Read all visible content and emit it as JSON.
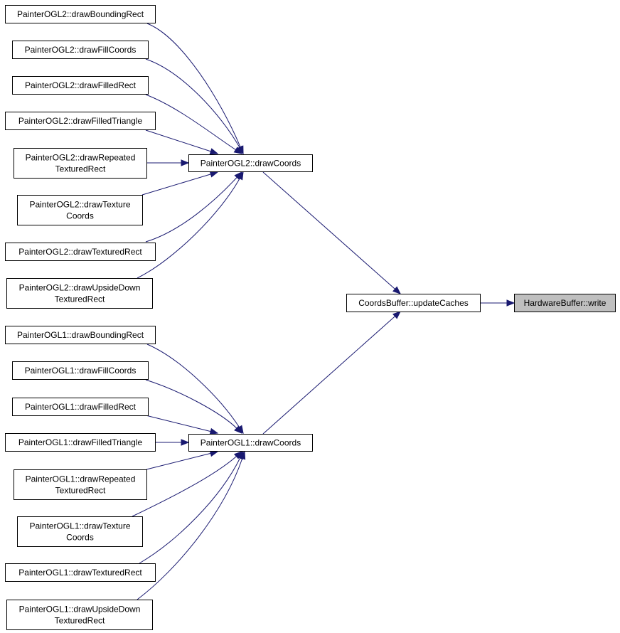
{
  "graph": {
    "edge_color": "#191970",
    "focus_fill": "#bfbfbf",
    "nodes": {
      "ogl2_bounding": [
        "PainterOGL2::drawBoundingRect"
      ],
      "ogl2_fillcoords": [
        "PainterOGL2::drawFillCoords"
      ],
      "ogl2_filledrect": [
        "PainterOGL2::drawFilledRect"
      ],
      "ogl2_filledtri": [
        "PainterOGL2::drawFilledTriangle"
      ],
      "ogl2_repeated": [
        "PainterOGL2::drawRepeated",
        "TexturedRect"
      ],
      "ogl2_texcoords": [
        "PainterOGL2::drawTexture",
        "Coords"
      ],
      "ogl2_texrect": [
        "PainterOGL2::drawTexturedRect"
      ],
      "ogl2_upside": [
        "PainterOGL2::drawUpsideDown",
        "TexturedRect"
      ],
      "ogl2_drawcoords": [
        "PainterOGL2::drawCoords"
      ],
      "coords_update": [
        "CoordsBuffer::updateCaches"
      ],
      "hw_write": [
        "HardwareBuffer::write"
      ],
      "ogl1_bounding": [
        "PainterOGL1::drawBoundingRect"
      ],
      "ogl1_fillcoords": [
        "PainterOGL1::drawFillCoords"
      ],
      "ogl1_filledrect": [
        "PainterOGL1::drawFilledRect"
      ],
      "ogl1_filledtri": [
        "PainterOGL1::drawFilledTriangle"
      ],
      "ogl1_repeated": [
        "PainterOGL1::drawRepeated",
        "TexturedRect"
      ],
      "ogl1_texcoords": [
        "PainterOGL1::drawTexture",
        "Coords"
      ],
      "ogl1_texrect": [
        "PainterOGL1::drawTexturedRect"
      ],
      "ogl1_upside": [
        "PainterOGL1::drawUpsideDown",
        "TexturedRect"
      ],
      "ogl1_drawcoords": [
        "PainterOGL1::drawCoords"
      ]
    },
    "edges": [
      [
        "ogl2_bounding",
        "ogl2_drawcoords"
      ],
      [
        "ogl2_fillcoords",
        "ogl2_drawcoords"
      ],
      [
        "ogl2_filledrect",
        "ogl2_drawcoords"
      ],
      [
        "ogl2_filledtri",
        "ogl2_drawcoords"
      ],
      [
        "ogl2_repeated",
        "ogl2_drawcoords"
      ],
      [
        "ogl2_texcoords",
        "ogl2_drawcoords"
      ],
      [
        "ogl2_texrect",
        "ogl2_drawcoords"
      ],
      [
        "ogl2_upside",
        "ogl2_drawcoords"
      ],
      [
        "ogl2_drawcoords",
        "coords_update"
      ],
      [
        "coords_update",
        "hw_write"
      ],
      [
        "ogl1_bounding",
        "ogl1_drawcoords"
      ],
      [
        "ogl1_fillcoords",
        "ogl1_drawcoords"
      ],
      [
        "ogl1_filledrect",
        "ogl1_drawcoords"
      ],
      [
        "ogl1_filledtri",
        "ogl1_drawcoords"
      ],
      [
        "ogl1_repeated",
        "ogl1_drawcoords"
      ],
      [
        "ogl1_texcoords",
        "ogl1_drawcoords"
      ],
      [
        "ogl1_texrect",
        "ogl1_drawcoords"
      ],
      [
        "ogl1_upside",
        "ogl1_drawcoords"
      ],
      [
        "ogl1_drawcoords",
        "coords_update"
      ]
    ]
  }
}
